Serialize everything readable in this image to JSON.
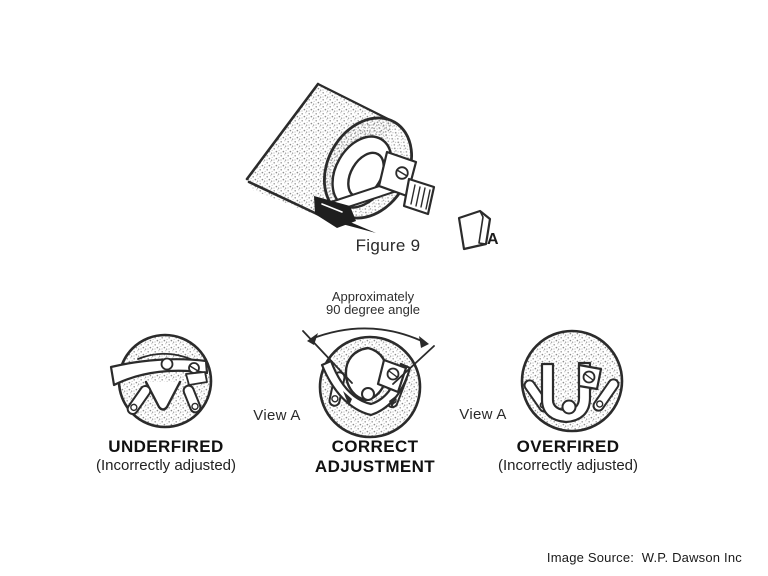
{
  "figure": {
    "caption": "Figure 9",
    "part_label": "A"
  },
  "annotation": {
    "line1": "Approximately",
    "line2": "90 degree angle"
  },
  "view_a_labels": {
    "left": "View A",
    "right": "View A"
  },
  "views": {
    "left": {
      "title": "UNDERFIRED",
      "subtitle": "(Incorrectly adjusted)"
    },
    "center": {
      "title_line1": "CORRECT",
      "title_line2": "ADJUSTMENT"
    },
    "right": {
      "title": "OVERFIRED",
      "subtitle": "(Incorrectly adjusted)"
    }
  },
  "footer": {
    "credit": "Image Source:  W.P. Dawson Inc"
  },
  "colors": {
    "ink": "#2b2b2b",
    "background": "#ffffff"
  }
}
